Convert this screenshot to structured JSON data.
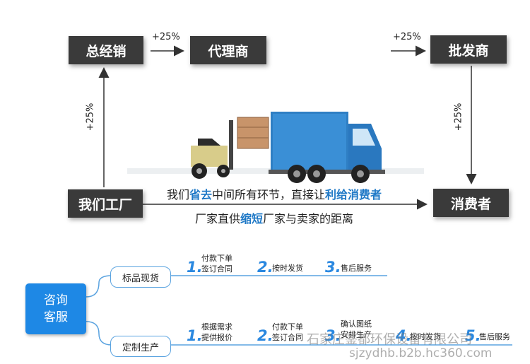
{
  "boxes": {
    "general_distributor": "总经销",
    "agent": "代理商",
    "wholesaler": "批发商",
    "factory": "我们工厂",
    "consumer": "消费者"
  },
  "markups": {
    "factory_to_distributor": "+25%",
    "distributor_to_agent": "+25%",
    "to_wholesaler": "+25%",
    "wholesaler_to_consumer": "+25%"
  },
  "slogan": {
    "line1_a": "我们",
    "line1_hl1": "省去",
    "line1_b": "中间所有环节，直接让",
    "line1_hl2": "利给消费者",
    "line2_a": "厂家直供",
    "line2_hl": "缩短",
    "line2_b": "厂家与卖家的距离"
  },
  "service": {
    "consult_line1": "咨询",
    "consult_line2": "客服",
    "branch1": {
      "label": "标品现货",
      "steps": [
        {
          "num": "1.",
          "lines": [
            "付款下单",
            "签订合同"
          ]
        },
        {
          "num": "2.",
          "lines": [
            "按时发货"
          ]
        },
        {
          "num": "3.",
          "lines": [
            "售后服务"
          ]
        }
      ]
    },
    "branch2": {
      "label": "定制生产",
      "steps": [
        {
          "num": "1.",
          "lines": [
            "根据需求",
            "提供报价"
          ]
        },
        {
          "num": "2.",
          "lines": [
            "付款下单",
            "签订合同"
          ]
        },
        {
          "num": "3.",
          "lines": [
            "确认图纸",
            "安排生产"
          ]
        },
        {
          "num": "4.",
          "lines": [
            "按时发货"
          ]
        },
        {
          "num": "5.",
          "lines": [
            "售后服务"
          ]
        }
      ]
    }
  },
  "watermark": {
    "line1": "石家庄鉴都环保设备有限公司",
    "line2": "sjzydhb.b2b.hc360.com"
  }
}
